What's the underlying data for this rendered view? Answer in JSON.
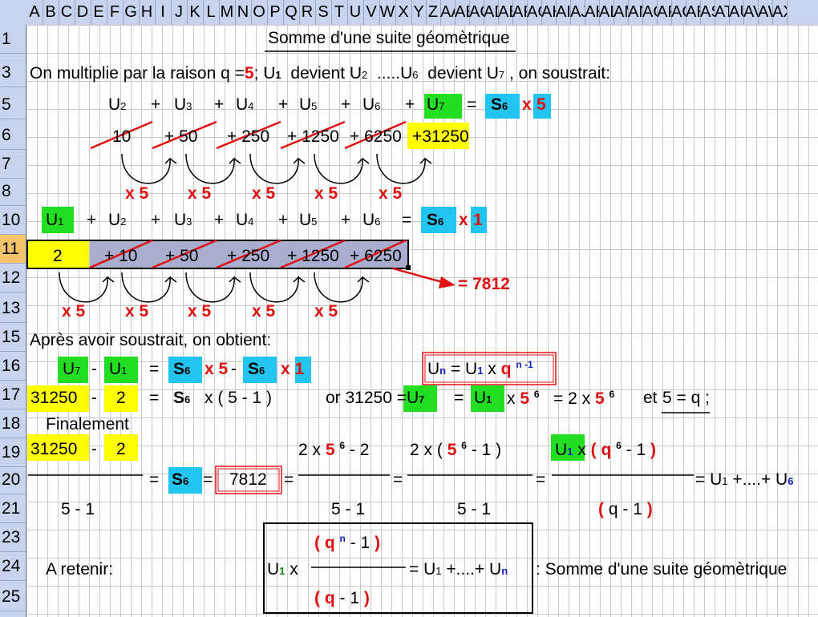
{
  "col_headers": [
    "A",
    "B",
    "C",
    "D",
    "E",
    "F",
    "G",
    "H",
    "I",
    "J",
    "K",
    "L",
    "M",
    "N",
    "O",
    "P",
    "Q",
    "R",
    "S",
    "T",
    "U",
    "V",
    "W",
    "X",
    "Y",
    "Z",
    "AA",
    "AB",
    "AC",
    "AD",
    "AE",
    "AF",
    "AG",
    "AH",
    "AI",
    "AJ",
    "AK",
    "AL",
    "AM",
    "AN",
    "AO",
    "AP",
    "AQ",
    "AR",
    "AS",
    "AT",
    "AU",
    "AV",
    "AW",
    "AX"
  ],
  "row_headers": [
    "1",
    "3",
    "5",
    "6",
    "7",
    "8",
    "10",
    "11",
    "12",
    "13",
    "15",
    "16",
    "17",
    "18",
    "19",
    "20",
    "21",
    "23",
    "24",
    "25"
  ],
  "title": "Somme d'une suite géomètrique",
  "row3": {
    "text1": "On multiplie par la raison q =",
    "q": "5",
    "text2": ";  U",
    "sub1": "1",
    "text3": "devient U",
    "sub2": "2",
    "text4": ".....U",
    "sub6": "6",
    "text5": "devient U",
    "sub7": "7",
    "text6": ", on soustrait:"
  },
  "row5": {
    "items": [
      "U2",
      "+",
      "U3",
      "+",
      "U4",
      "+",
      "U5",
      "+",
      "U6",
      "+",
      "U7",
      "=",
      "S6",
      "x",
      "5"
    ]
  },
  "row6": {
    "values": [
      "10",
      "+ 50",
      "+ 250",
      "+ 1250",
      "+ 6250",
      "+31250"
    ]
  },
  "mult_label": "x 5",
  "row10": {
    "result": "S6",
    "mult": "1"
  },
  "row11": {
    "values": [
      "2",
      "+ 10",
      "+ 50",
      "+ 250",
      "+ 1250",
      "+ 6250"
    ]
  },
  "row12": {
    "result": "= 7812"
  },
  "row15": {
    "text": "Après avoir soustrait, on obtient:"
  },
  "row16": {
    "formula": "Un = U1 x q n-1",
    "nminus": "n -1"
  },
  "row17": {
    "v1": "31250",
    "minus": "-",
    "v2": "2",
    "eq": "=",
    "s6": "S",
    "x": "x (  5 -  1 )",
    "or": "or  31250 =",
    "eq2": "=",
    "x5": "x  5",
    "six": "6",
    "eq3": "= 2 x",
    "five": "5",
    "et": "et",
    "fq": "5 = q ;"
  },
  "row18": {
    "text": "Finalement"
  },
  "row19": {
    "v1": "31250",
    "minus": "-",
    "v2": "2",
    "frac2": "2 x",
    "f2five": "5",
    "f2six": "6",
    "f2tail": "-  2",
    "frac3": "2 x (",
    "f3five": "5",
    "f3six": "6",
    "f3tail": "-  1 )",
    "frac4x": "x",
    "paren_open": "(",
    "q": "q",
    "q6": "6",
    "f4tail": "-  1",
    "paren_close": ")"
  },
  "row20": {
    "eq": "=",
    "s6": "S",
    "sum": "7812",
    "eq_end": "= U",
    "plus": "+....+ U"
  },
  "row21": {
    "d1": "5   -   1",
    "d2": "5   -   1",
    "d3": "5   -   1",
    "d4q": "q",
    "d4": "-  1"
  },
  "retenir": {
    "label": "A retenir:",
    "num_q": "q",
    "num_n": "n",
    "num_tail": "-  1",
    "den_q": "q",
    "den_tail": "-  1",
    "rhs": "= U",
    "rhs_plus": "+....+ U",
    "rhs_n": "n",
    "desc": ":  Somme d'une suite géomètrique"
  },
  "colors": {
    "yellow": "#ffff00",
    "green": "#22dd22",
    "cyan": "#22c4f0",
    "gray": "#a9aed0",
    "red": "#e01010"
  }
}
